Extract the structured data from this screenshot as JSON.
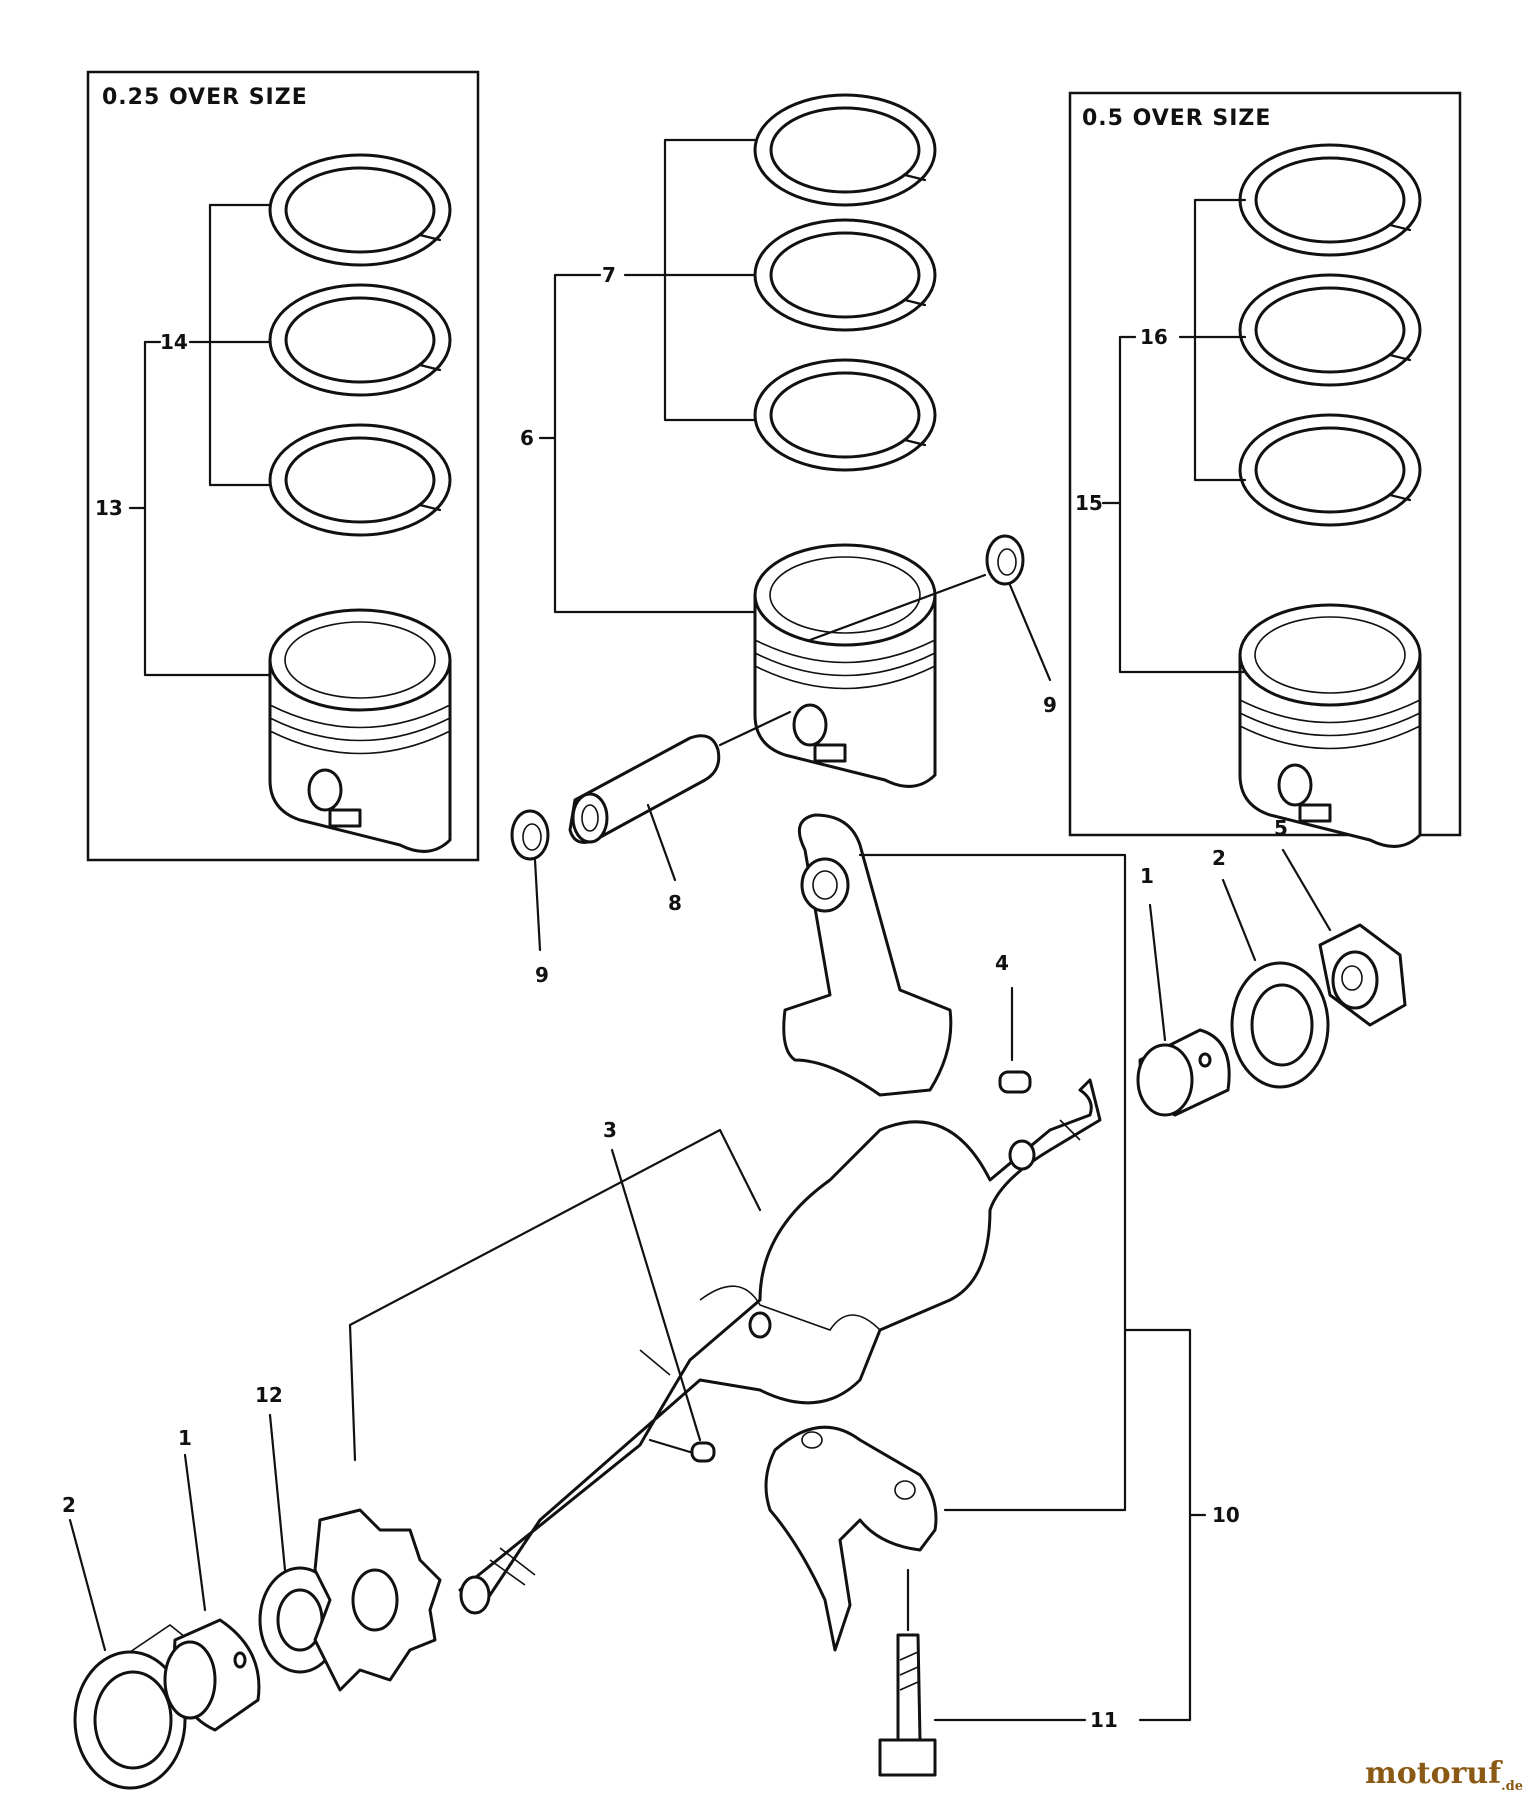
{
  "boxes": {
    "left_title": "0.25 OVER SIZE",
    "right_title": "0.5 OVER SIZE"
  },
  "callouts": {
    "c1a": "1",
    "c1b": "1",
    "c2a": "2",
    "c2b": "2",
    "c3": "3",
    "c4": "4",
    "c5": "5",
    "c6": "6",
    "c7": "7",
    "c8": "8",
    "c9a": "9",
    "c9b": "9",
    "c10": "10",
    "c11": "11",
    "c12": "12",
    "c13": "13",
    "c14": "14",
    "c15": "15",
    "c16": "16"
  },
  "watermark": {
    "brand": "motoruf",
    "tld": ".de"
  },
  "colors": {
    "ink": "#111111",
    "watermark": "#8a5a14"
  }
}
